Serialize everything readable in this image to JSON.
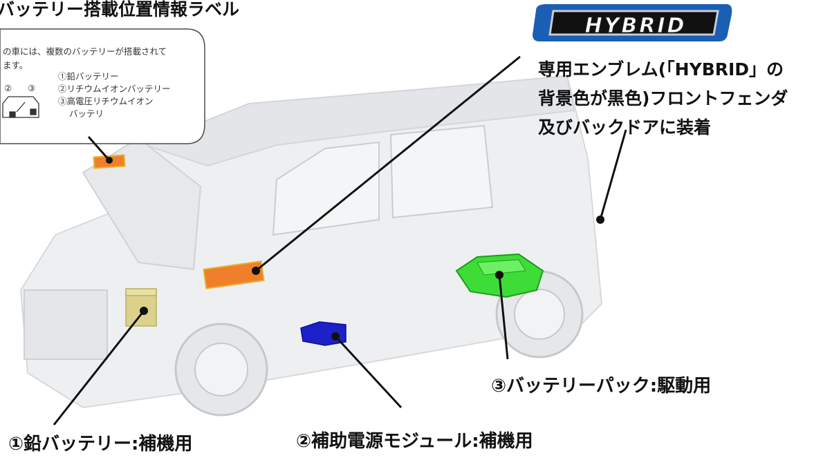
{
  "title": "バッテリー搭載位置情報ラベル",
  "bubble": {
    "line1": "の車には、複数のバッテリーが搭載されて",
    "line2": "ます。",
    "items": [
      "①鉛バッテリー",
      "②リチウムイオンバッテリー",
      "③高電圧リチウムイオン",
      "バッテリ"
    ],
    "icon_numbers": [
      "②",
      "③"
    ]
  },
  "emblem": {
    "text": "HYBRID",
    "caption_lines": [
      "専用エンブレム(「HYBRID」の",
      "背景色が黒色)フロントフェンダ",
      "及びバックドアに装着"
    ],
    "colors": {
      "outer": "#1a5fb4",
      "inner": "#111111",
      "chrome": "#c9ccd2"
    }
  },
  "callouts": {
    "lead_battery": "①鉛バッテリー:補機用",
    "power_module": "②補助電源モジュール:補機用",
    "battery_pack": "③バッテリーパック:駆動用"
  },
  "colors": {
    "label_orange": "#f07f2c",
    "lead_battery_yellow": "#d8cc80",
    "module_blue": "#1c22c8",
    "pack_green": "#3ddc36",
    "car_body": "#eceef0"
  }
}
